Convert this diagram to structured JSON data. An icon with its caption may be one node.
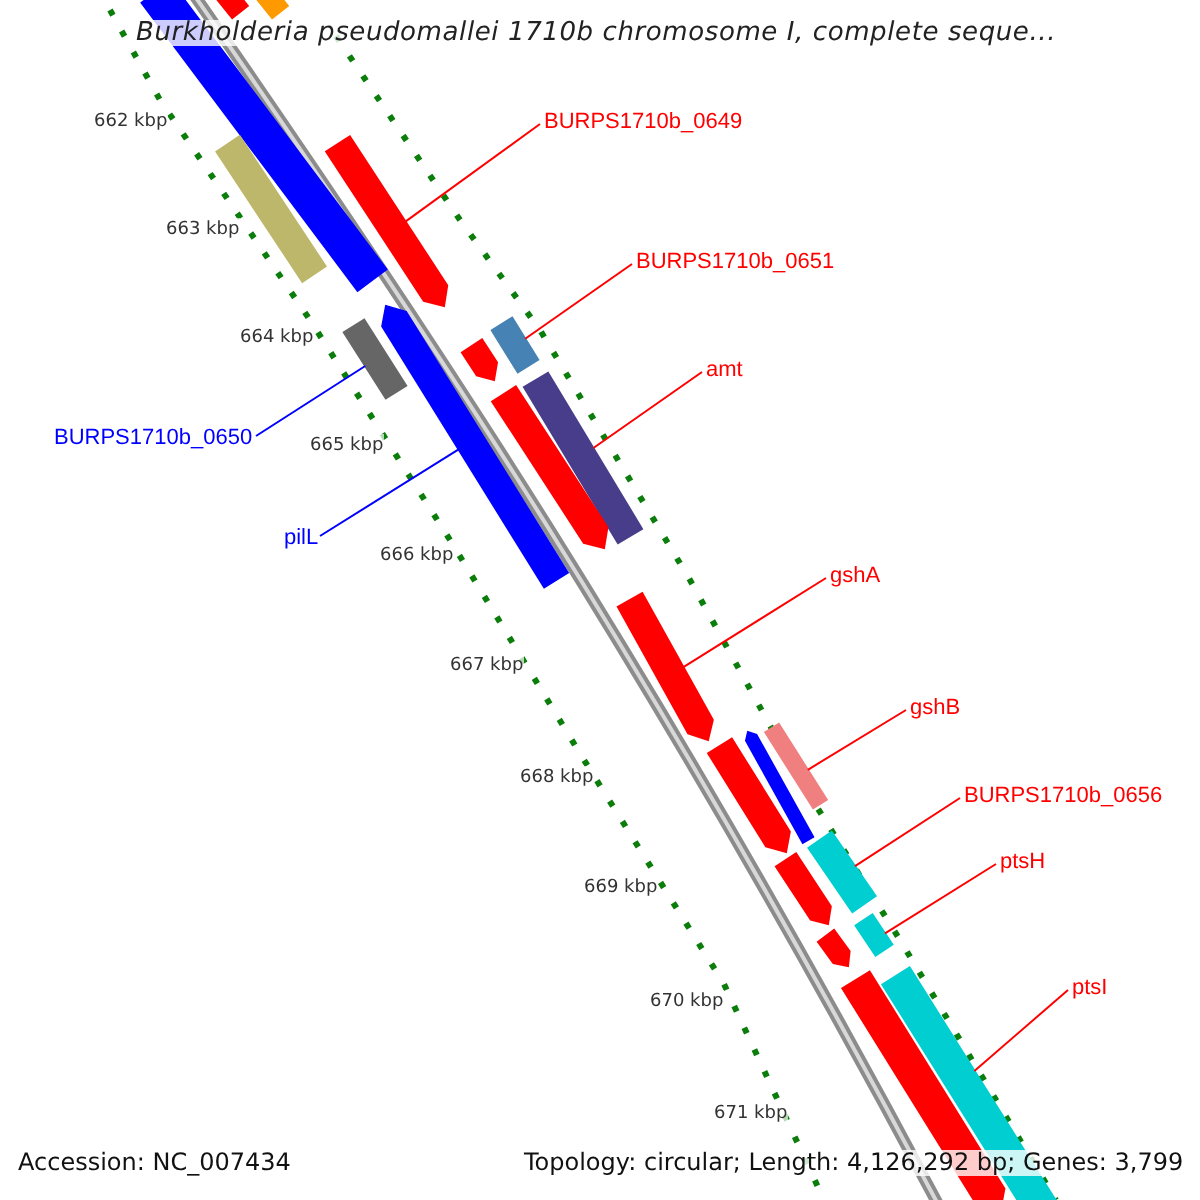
{
  "diagram": {
    "title": "Burkholderia pseudomallei 1710b chromosome I, complete seque...",
    "nodes": [
      {
        "text": [
          "BURPS1710b_0649"
        ]
      },
      {
        "text": [
          "BURPS1710b_0651"
        ]
      },
      {
        "text": [
          "amt"
        ]
      },
      {
        "text": [
          "BURPS1710b_0650"
        ]
      },
      {
        "text": [
          "pilL"
        ]
      },
      {
        "text": [
          "gshA"
        ]
      },
      {
        "text": [
          "gshB"
        ]
      },
      {
        "text": [
          "BURPS1710b_0656"
        ]
      },
      {
        "text": [
          "ptsH"
        ]
      },
      {
        "text": [
          "ptsI"
        ]
      },
      {
        "text": [],
        "shape": "bar"
      },
      {
        "text": [],
        "shape": "bar"
      },
      {
        "text": [],
        "shape": "bar"
      },
      {
        "text": [],
        "shape": "bar"
      },
      {
        "text": [],
        "shape": "bar"
      },
      {
        "text": [],
        "shape": "bar"
      },
      {
        "text": [],
        "shape": "bar"
      },
      {
        "text": [],
        "shape": "bar"
      },
      {
        "text": [],
        "shape": "bar"
      },
      {
        "text": [],
        "shape": "bar"
      },
      {
        "text": [],
        "shape": "bar"
      },
      {
        "text": [],
        "shape": "bar"
      },
      {
        "text": [],
        "shape": "bar"
      },
      {
        "text": [],
        "shape": "bar"
      },
      {
        "text": [],
        "shape": "bar"
      },
      {
        "text": [],
        "shape": "bar"
      },
      {
        "text": [],
        "shape": "bar"
      },
      {
        "text": [],
        "shape": "bar"
      },
      {
        "text": [],
        "shape": "bar"
      },
      {
        "text": [],
        "shape": "bar"
      },
      {
        "text": [],
        "shape": "bar"
      }
    ],
    "edges": [
      {
        "from": 0,
        "to": 14,
        "arrow": "none"
      },
      {
        "from": 1,
        "to": 16,
        "arrow": "none"
      },
      {
        "from": 2,
        "to": 19,
        "arrow": "none"
      },
      {
        "from": 3,
        "to": 17,
        "arrow": "none",
        "color": "#0000ff"
      },
      {
        "from": 4,
        "to": 15,
        "arrow": "none",
        "color": "#0000ff"
      },
      {
        "from": 5,
        "to": 21,
        "arrow": "none"
      },
      {
        "from": 6,
        "to": 22,
        "arrow": "none"
      },
      {
        "from": 7,
        "to": 25,
        "arrow": "none"
      },
      {
        "from": 8,
        "to": 27,
        "arrow": "none"
      },
      {
        "from": 9,
        "to": 29,
        "arrow": "none"
      }
    ],
    "labels": [
      "662 kbp",
      "663 kbp",
      "664 kbp",
      "665 kbp",
      "666 kbp",
      "667 kbp",
      "668 kbp",
      "669 kbp",
      "670 kbp",
      "671 kbp",
      "Accession: NC_007434",
      "Topology: circular; Length: 4,126,292 bp; Genes: 3,799"
    ]
  }
}
